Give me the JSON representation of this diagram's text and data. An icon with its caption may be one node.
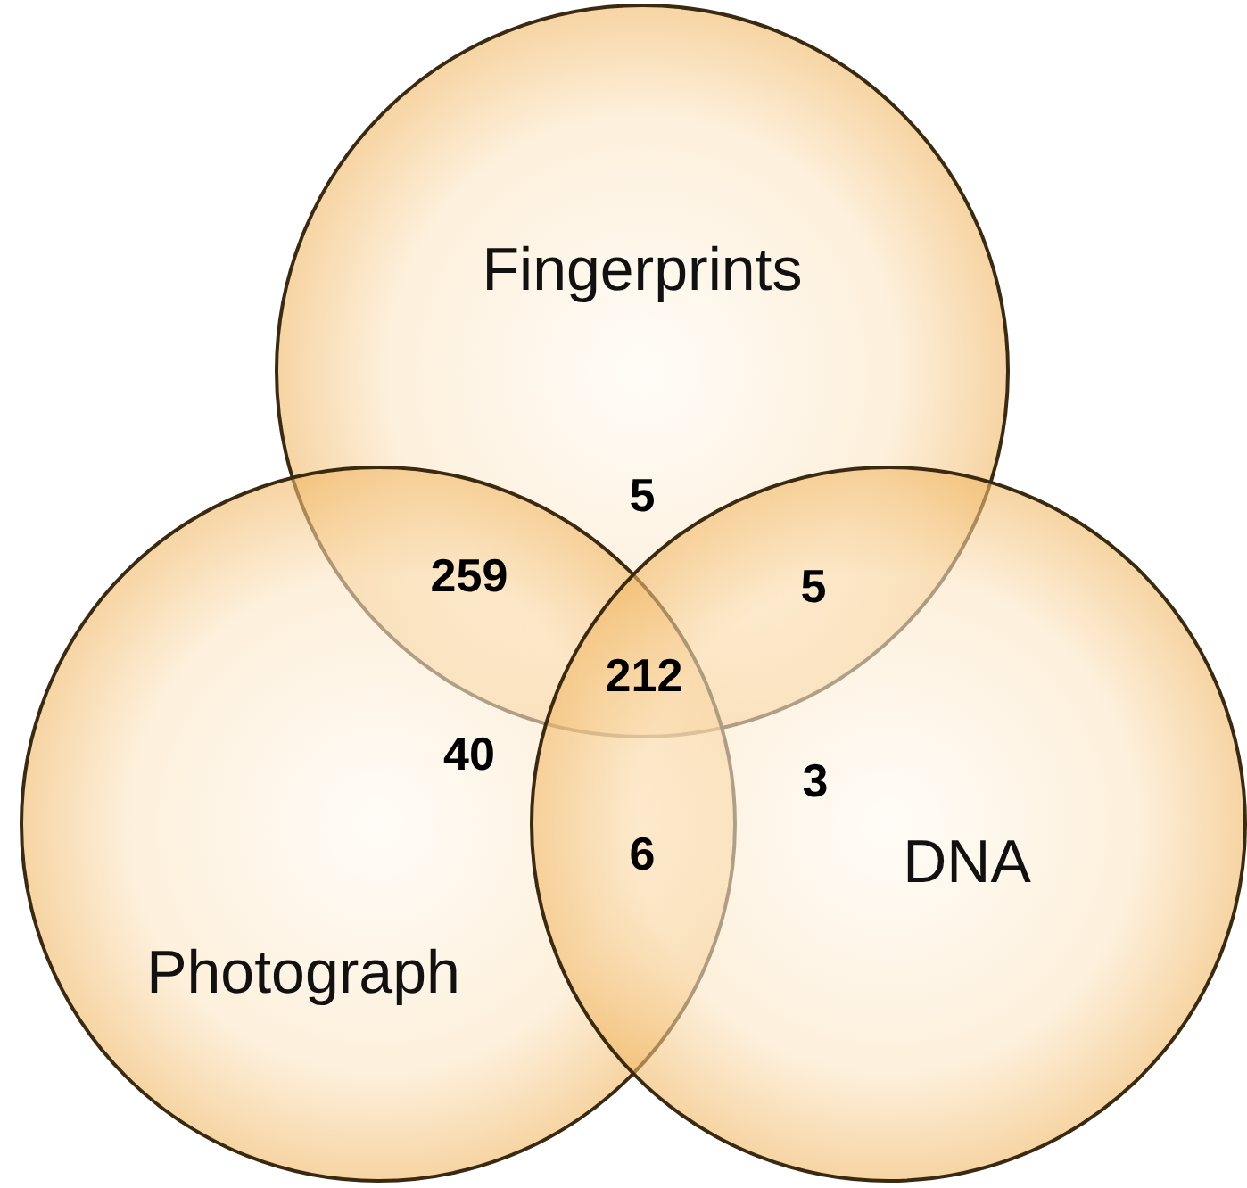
{
  "diagram": {
    "nodes": [
      {
        "text": [
          "Fingerprints"
        ]
      },
      {
        "text": [
          "Photograph"
        ]
      },
      {
        "text": [
          "DNA"
        ]
      }
    ],
    "labels": [
      "5",
      "259",
      "5",
      "212",
      "40",
      "3",
      "6"
    ]
  }
}
